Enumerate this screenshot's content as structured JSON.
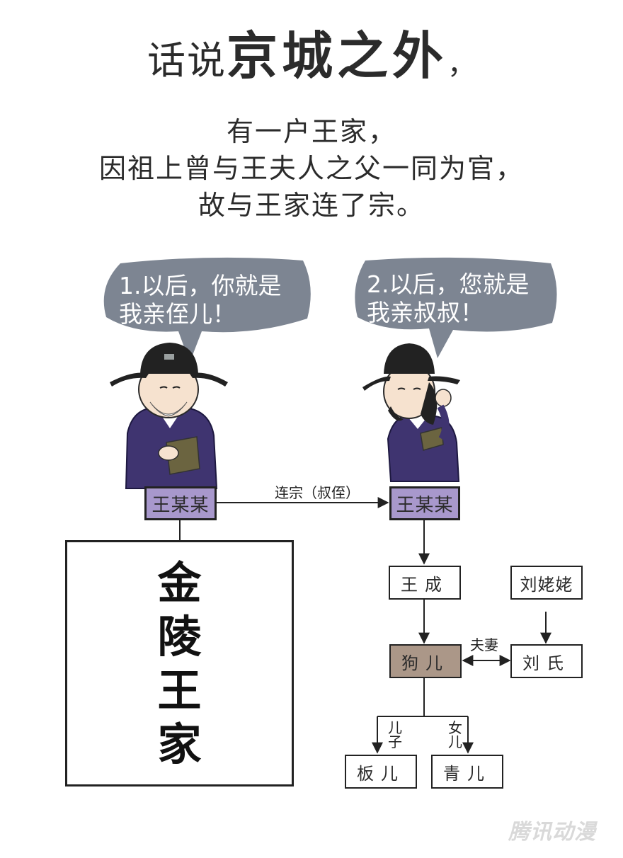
{
  "title": {
    "small": "话说",
    "big": "京城之外",
    "comma": "，"
  },
  "intro": [
    "有一户王家，",
    "因祖上曾与王夫人之父一同为官，",
    "故与王家连了宗。"
  ],
  "bubble1": [
    "1.以后，你就是",
    "我亲侄儿！"
  ],
  "bubble2": [
    "2.以后，您就是",
    "我亲叔叔！"
  ],
  "nodes": {
    "wang_left": "王某某",
    "wang_right": "王某某",
    "wang_cheng": "王成",
    "liu_laolao": "刘姥姥",
    "gou_er": "狗儿",
    "liu_shi": "刘氏",
    "ban_er": "板儿",
    "qing_er": "青儿"
  },
  "edge_labels": {
    "lianzong": "连宗（叔侄）",
    "fuqi": "夫妻",
    "erzi": "儿子",
    "nver": "女儿"
  },
  "jinling": [
    "金",
    "陵",
    "王",
    "家"
  ],
  "watermark": "腾讯动漫",
  "colors": {
    "bubble": "#7d8592",
    "purple": "#a898cc",
    "brown": "#ab9788",
    "robe": "#3f3470"
  }
}
